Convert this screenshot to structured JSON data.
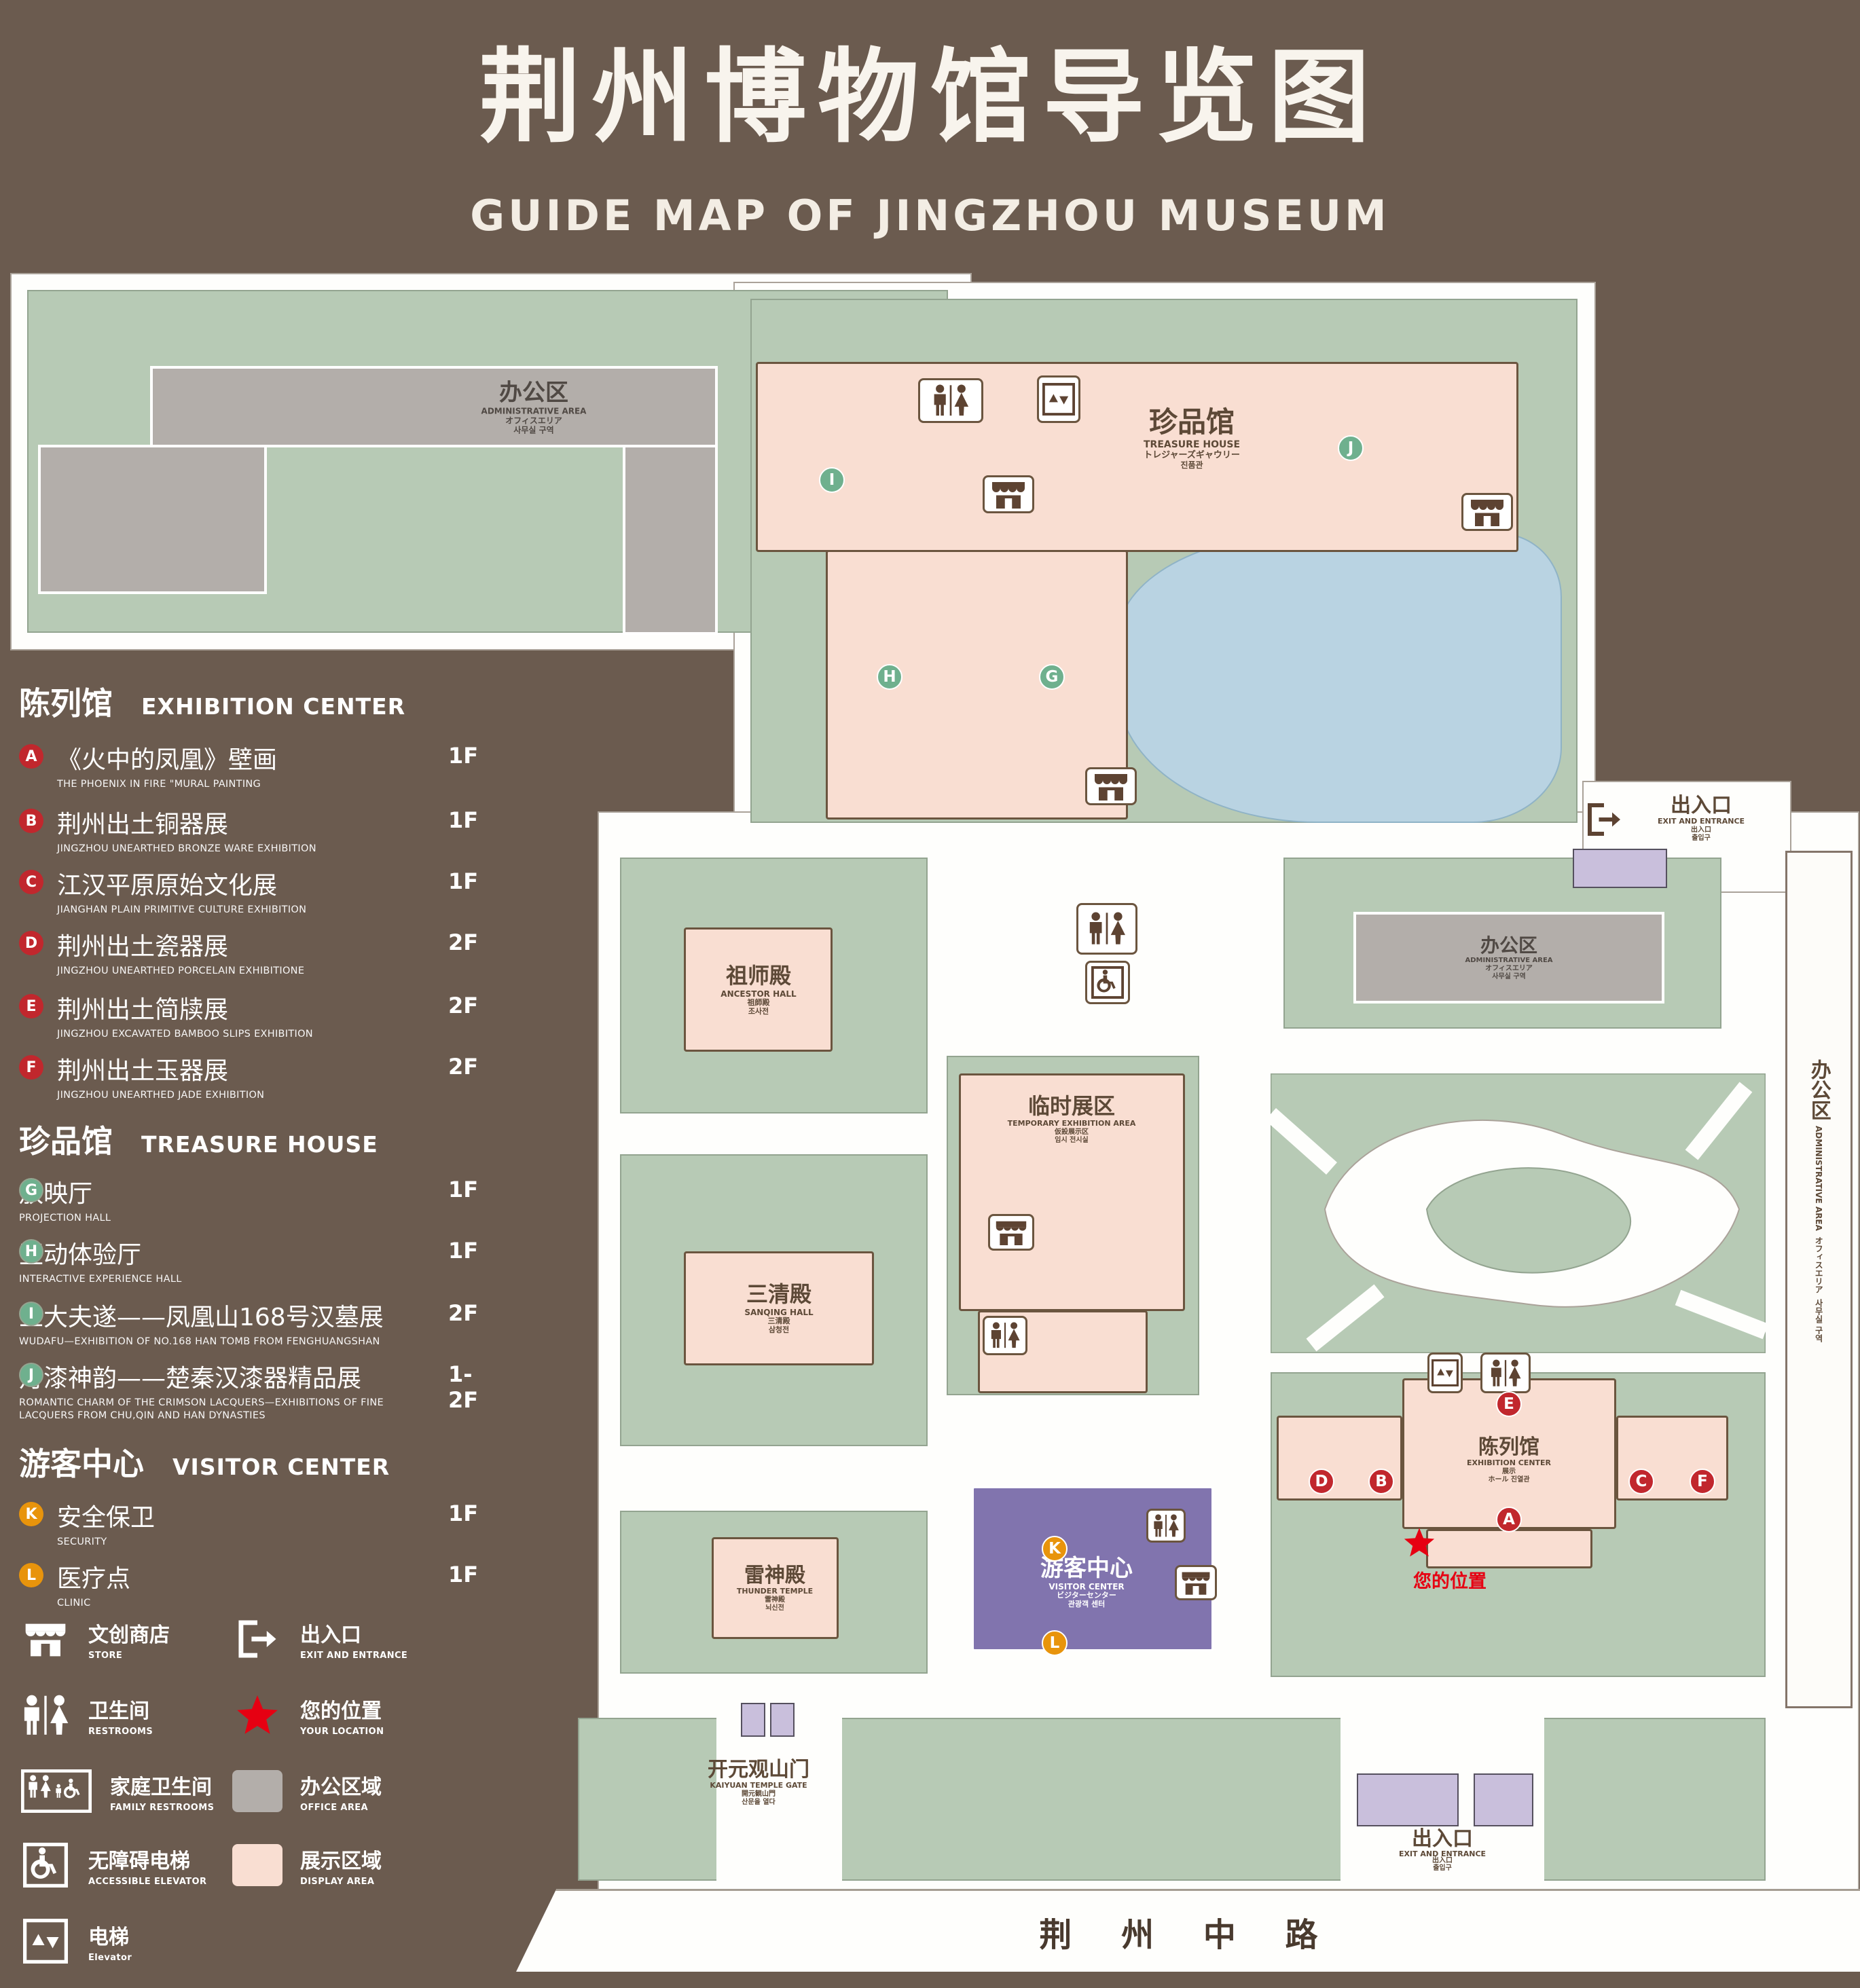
{
  "title": {
    "zh": "荆州博物馆导览图",
    "en": "GUIDE MAP OF JINGZHOU MUSEUM"
  },
  "legend": {
    "sections": [
      {
        "title_zh": "陈列馆",
        "title_en": "EXHIBITION CENTER",
        "items": [
          {
            "key": "A",
            "zh": "《火中的凤凰》壁画",
            "en": "THE PHOENIX IN FIRE \"MURAL PAINTING",
            "floor": "1F"
          },
          {
            "key": "B",
            "zh": "荆州出土铜器展",
            "en": "JINGZHOU UNEARTHED BRONZE WARE EXHIBITION",
            "floor": "1F"
          },
          {
            "key": "C",
            "zh": "江汉平原原始文化展",
            "en": "JIANGHAN PLAIN PRIMITIVE CULTURE EXHIBITION",
            "floor": "1F"
          },
          {
            "key": "D",
            "zh": "荆州出土瓷器展",
            "en": "JINGZHOU UNEARTHED PORCELAIN EXHIBITIONE",
            "floor": "2F"
          },
          {
            "key": "E",
            "zh": "荆州出土简牍展",
            "en": "JINGZHOU EXCAVATED BAMBOO SLIPS EXHIBITION",
            "floor": "2F"
          },
          {
            "key": "F",
            "zh": "荆州出土玉器展",
            "en": "JINGZHOU UNEARTHED JADE EXHIBITION",
            "floor": "2F"
          }
        ]
      },
      {
        "title_zh": "珍品馆",
        "title_en": "TREASURE HOUSE",
        "items": [
          {
            "key": "G",
            "zh": "放映厅",
            "en": "PROJECTION HALL",
            "floor": "1F"
          },
          {
            "key": "H",
            "zh": "互动体验厅",
            "en": "INTERACTIVE EXPERIENCE HALL",
            "floor": "1F"
          },
          {
            "key": "I",
            "zh": "五大夫遂——凤凰山168号汉墓展",
            "en": "WUDAFU—EXHIBITION OF NO.168 HAN TOMB FROM FENGHUANGSHAN",
            "floor": "2F"
          },
          {
            "key": "J",
            "zh": "丹漆神韵——楚秦汉漆器精品展",
            "en": "ROMANTIC CHARM OF THE CRIMSON LACQUERS—EXHIBITIONS OF FINE LACQUERS FROM CHU,QIN AND HAN DYNASTIES",
            "floor": "1-2F"
          }
        ]
      },
      {
        "title_zh": "游客中心",
        "title_en": "VISITOR CENTER",
        "items": [
          {
            "key": "K",
            "zh": "安全保卫",
            "en": "SECURITY",
            "floor": "1F"
          },
          {
            "key": "L",
            "zh": "医疗点",
            "en": "CLINIC",
            "floor": "1F"
          }
        ]
      }
    ],
    "symbols": [
      {
        "icon": "store-icon",
        "zh": "文创商店",
        "en": "STORE"
      },
      {
        "icon": "exit-icon",
        "zh": "出入口",
        "en": "EXIT AND ENTRANCE"
      },
      {
        "icon": "restroom-icon",
        "zh": "卫生间",
        "en": "RESTROOMS"
      },
      {
        "icon": "location-star-icon",
        "zh": "您的位置",
        "en": "YOUR LOCATION"
      },
      {
        "icon": "family-restroom-icon",
        "zh": "家庭卫生间",
        "en": "FAMILY RESTROOMS"
      },
      {
        "icon": "office-area-swatch",
        "zh": "办公区域",
        "en": "OFFICE AREA"
      },
      {
        "icon": "accessible-elevator-icon",
        "zh": "无障碍电梯",
        "en": "ACCESSIBLE ELEVATOR"
      },
      {
        "icon": "display-area-swatch",
        "zh": "展示区域",
        "en": "DISPLAY AREA"
      },
      {
        "icon": "elevator-icon",
        "zh": "电梯",
        "en": "Elevator"
      }
    ]
  },
  "map": {
    "places": {
      "admin_top": {
        "zh": "办公区",
        "en": "ADMINISTRATIVE AREA",
        "ja": "オフィスエリア",
        "ko": "사무실 구역"
      },
      "treasure_house": {
        "zh": "珍品馆",
        "en": "TREASURE HOUSE",
        "ja": "トレジャーズギャウリー",
        "ko": "진품관"
      },
      "exit_right": {
        "zh": "出入口",
        "en": "EXIT AND ENTRANCE",
        "ja": "出入口",
        "ko": "출입구"
      },
      "admin_right": {
        "zh": "办公区",
        "en": "ADMINISTRATIVE AREA",
        "ja": "オフィスエリア",
        "ko": "사무실 구역"
      },
      "ancestor_hall": {
        "zh": "祖师殿",
        "en": "ANCESTOR HALL",
        "ja": "祖師殿",
        "ko": "조사전"
      },
      "admin_mid": {
        "zh": "办公区",
        "en": "ADMINISTRATIVE AREA",
        "ja": "オフィスエリア",
        "ko": "사무실 구역"
      },
      "temporary_exhibition": {
        "zh": "临时展区",
        "en": "TEMPORARY EXHIBITION AREA",
        "ja": "仮設展示区",
        "ko": "임시 전시실"
      },
      "sanqing_hall": {
        "zh": "三清殿",
        "en": "SANQING HALL",
        "ja": "三清殿",
        "ko": "삼청전"
      },
      "exhibition_center": {
        "zh": "陈列馆",
        "en": "EXHIBITION CENTER",
        "ja": "展示",
        "ko": "ホール 진열관"
      },
      "thunder_temple": {
        "zh": "雷神殿",
        "en": "THUNDER TEMPLE",
        "ja": "雷神殿",
        "ko": "뇌신전"
      },
      "visitor_center": {
        "zh": "游客中心",
        "en": "VISITOR CENTER",
        "ja": "ビジターセンター",
        "ko": "관광객 센터"
      },
      "kaiyuan_gate": {
        "zh": "开元观山门",
        "en": "KAIYUAN TEMPLE GATE",
        "ja": "開元観山門",
        "ko": "산문을 열다"
      },
      "exit_bottom": {
        "zh": "出入口",
        "en": "EXIT AND ENTRANCE",
        "ja": "出入口",
        "ko": "출입구"
      },
      "your_location": {
        "zh": "您的位置"
      },
      "road": {
        "zh": "荆 州 中 路"
      }
    },
    "markers": {
      "red": [
        "A",
        "B",
        "C",
        "D",
        "E",
        "F"
      ],
      "green": [
        "G",
        "H",
        "I",
        "J"
      ],
      "orange": [
        "K",
        "L"
      ]
    }
  },
  "colors": {
    "background": "#6b5b4f",
    "map_green": "#b7cab5",
    "display_area": "#f9ded2",
    "office_area": "#b3aeaa",
    "water": "#b9d3e2",
    "visitor_center": "#8174ae",
    "entrance_block": "#c9bfdc",
    "marker_red": "#c1272d",
    "marker_green": "#6fb08e",
    "marker_orange": "#e8940c",
    "label_brown": "#5d4937",
    "location_red": "#e60012"
  }
}
